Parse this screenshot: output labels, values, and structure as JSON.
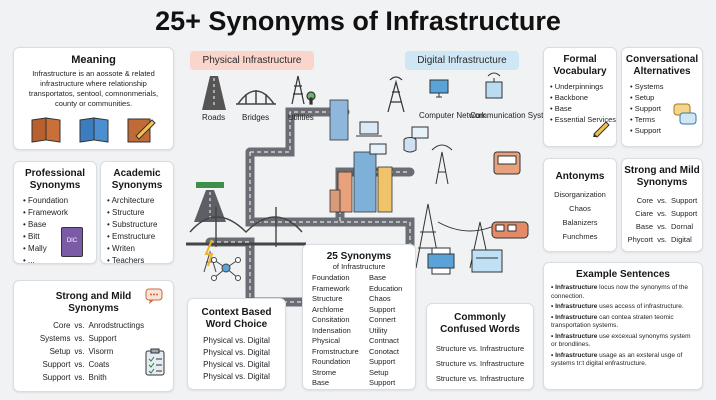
{
  "title": "25+ Synonyms of Infrastructure",
  "meaning": {
    "heading": "Meaning",
    "text": "Infrastructure is an aossote & related infrastructure where relationship transportatos, sentool, comnonmerials, county or communities."
  },
  "physical": {
    "badge": "Physical Infrastructure",
    "labels": [
      "Roads",
      "Bridges",
      "Utilities"
    ]
  },
  "digital": {
    "badge": "Digital Infrastructure",
    "labels": [
      "Computer Network",
      "Communication Systems"
    ]
  },
  "formal": {
    "heading": "Formal Vocabulary",
    "items": [
      "Underpinnings",
      "Backbone",
      "Base",
      "Essential Services"
    ]
  },
  "conversational": {
    "heading": "Conversational Alternatives",
    "items": [
      "Systems",
      "Setup",
      "Support",
      "Terms",
      "Support"
    ]
  },
  "professional": {
    "heading": "Professional Synonyms",
    "items": [
      "Foundation",
      "Framework",
      "Base",
      "Bitt",
      "Mally",
      "..."
    ]
  },
  "academic": {
    "heading": "Academic Synonyms",
    "items": [
      "Architecture",
      "Structure",
      "Substructure",
      "Emstructure",
      "Writen",
      "Teachers"
    ],
    "book_label": "DIC"
  },
  "antonyms": {
    "heading": "Antonyms",
    "items": [
      "Disorganization",
      "Chaos",
      "Balanizers",
      "Funchmes"
    ]
  },
  "strong_right": {
    "heading": "Strong and Mild Synonyms",
    "pairs": [
      [
        "Core",
        "vs.",
        "Support"
      ],
      [
        "Ciare",
        "vs.",
        "Support"
      ],
      [
        "Base",
        "vs.",
        "Dornal"
      ],
      [
        "Phycort",
        "vs.",
        "Digital"
      ]
    ]
  },
  "strong_left": {
    "heading": "Strong and Mild Synonyms",
    "pairs": [
      [
        "Core",
        "vs.",
        "Anrodstructings"
      ],
      [
        "Systems",
        "vs.",
        "Support"
      ],
      [
        "Setup",
        "vs.",
        "Visorm"
      ],
      [
        "Support",
        "vs.",
        "Coats"
      ],
      [
        "Support",
        "vs.",
        "Bnith"
      ]
    ]
  },
  "context": {
    "heading": "Context Based Word Choice",
    "items": [
      "Physical vs. Digital",
      "Physical vs. Digital",
      "Physical vs. Digital",
      "Physical vs. Digital"
    ]
  },
  "syn25": {
    "heading": "25 Synonyms",
    "sub": "of Infrastructure",
    "col1": [
      "Foundation",
      "Framework",
      "Structure",
      "Archlome",
      "Consitation",
      "Indensation",
      "Physical",
      "Fromstructure",
      "Roundation",
      "Strome",
      "Base"
    ],
    "col2": [
      "Base",
      "Education",
      "Chaos",
      "Support",
      "Connert",
      "Utility",
      "Contnact",
      "Conotact",
      "Support",
      "Setup",
      "Support"
    ]
  },
  "confused": {
    "heading": "Commonly Confused Words",
    "items": [
      "Structure vs. Infrastructure",
      "Structure vs. Infrastructure",
      "Structure vs. Infrastructure"
    ]
  },
  "examples": {
    "heading": "Example Sentences",
    "items": [
      {
        "b": "Infrastructure",
        "t": " locus now the synonyms of the connection."
      },
      {
        "b": "Infrastructure",
        "t": " uses access of infrastructure."
      },
      {
        "b": "Infrastructure",
        "t": " can contea straten teomic transportation systems."
      },
      {
        "b": "Infrastructure",
        "t": " use excexual synonyms system or brondlines."
      },
      {
        "b": "Infrastructure",
        "t": " usage as an exsteral usge of systems tr:t digital enfrastructure."
      }
    ]
  },
  "colors": {
    "physical_badge": "#f9d5cc",
    "digital_badge": "#cfe6f5",
    "accent_orange": "#e8935a",
    "accent_blue": "#5aa3d8"
  }
}
